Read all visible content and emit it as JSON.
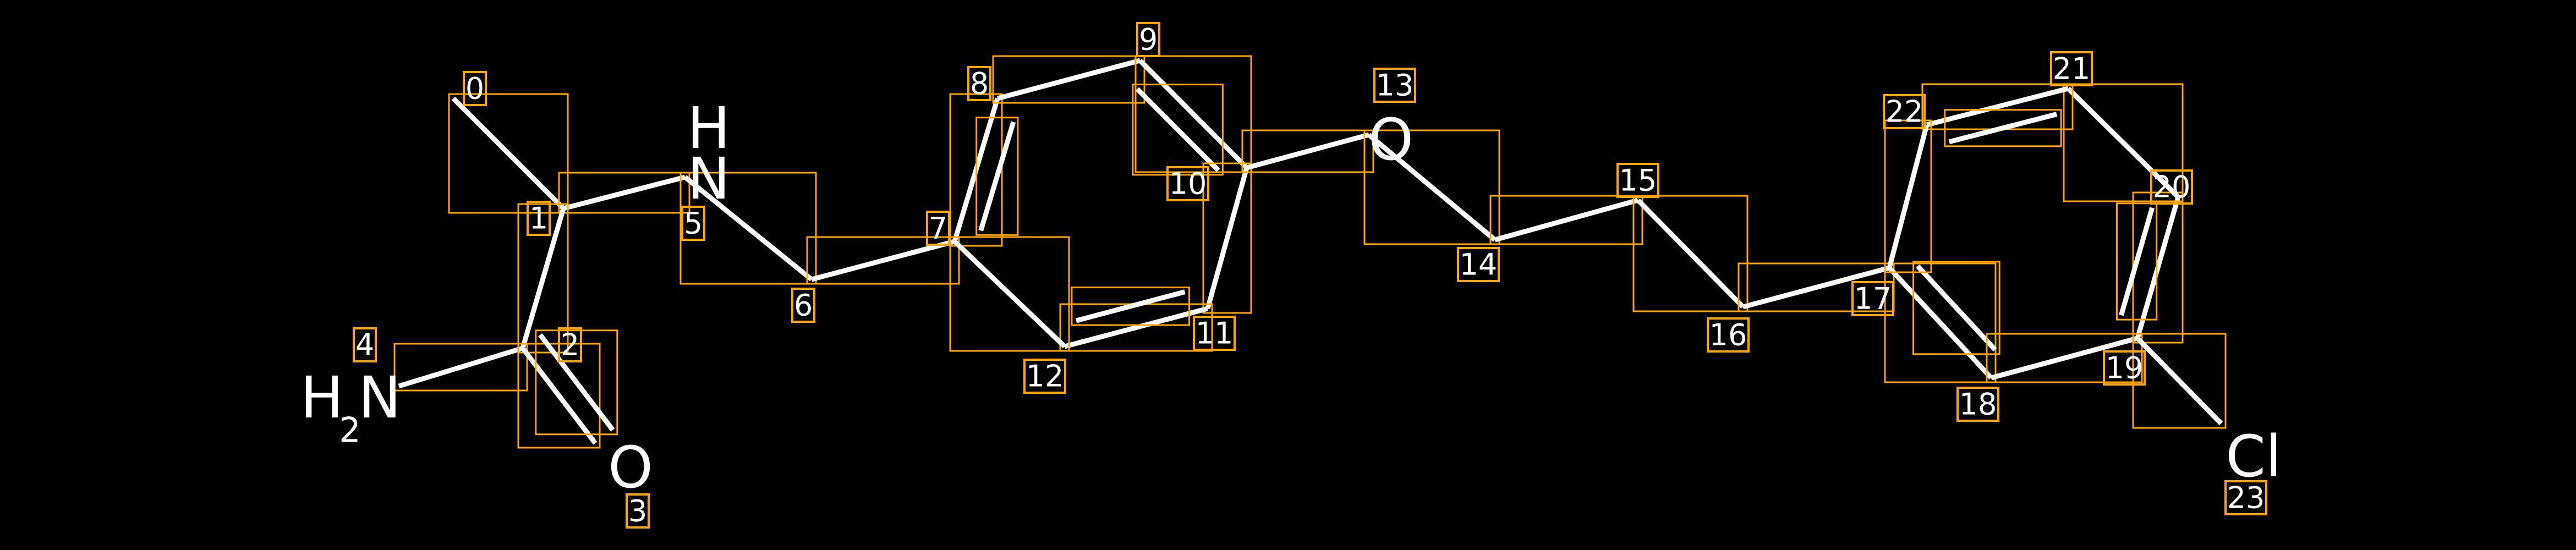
{
  "diagram": {
    "type": "molecule",
    "colors": {
      "background": "#000000",
      "bond": "#FFFFFF",
      "box": "#FFA500"
    },
    "atom_indices": [
      "0",
      "1",
      "2",
      "3",
      "4",
      "5",
      "6",
      "7",
      "8",
      "9",
      "10",
      "11",
      "12",
      "13",
      "14",
      "15",
      "16",
      "17",
      "18",
      "19",
      "20",
      "21",
      "22",
      "23"
    ],
    "atom_labels": {
      "n4_h": "H",
      "n4_n": "N",
      "n4_sub": "2",
      "o3": "O",
      "n5_h": "H",
      "n5_n": "N",
      "o13": "O",
      "cl23": "Cl"
    },
    "bonds": [
      {
        "a": 0,
        "b": 1,
        "order": 1
      },
      {
        "a": 1,
        "b": 5,
        "order": 1
      },
      {
        "a": 1,
        "b": 2,
        "order": 1
      },
      {
        "a": 2,
        "b": 4,
        "order": 1
      },
      {
        "a": 2,
        "b": 3,
        "order": 2
      },
      {
        "a": 5,
        "b": 6,
        "order": 1
      },
      {
        "a": 6,
        "b": 7,
        "order": 1
      },
      {
        "a": 7,
        "b": 8,
        "order": 2
      },
      {
        "a": 8,
        "b": 9,
        "order": 1
      },
      {
        "a": 9,
        "b": 10,
        "order": 2
      },
      {
        "a": 10,
        "b": 11,
        "order": 1
      },
      {
        "a": 11,
        "b": 12,
        "order": 2
      },
      {
        "a": 12,
        "b": 7,
        "order": 1
      },
      {
        "a": 10,
        "b": 13,
        "order": 1
      },
      {
        "a": 13,
        "b": 14,
        "order": 1
      },
      {
        "a": 14,
        "b": 15,
        "order": 1
      },
      {
        "a": 15,
        "b": 16,
        "order": 1
      },
      {
        "a": 16,
        "b": 17,
        "order": 1
      },
      {
        "a": 17,
        "b": 18,
        "order": 2
      },
      {
        "a": 18,
        "b": 19,
        "order": 1
      },
      {
        "a": 19,
        "b": 20,
        "order": 2
      },
      {
        "a": 20,
        "b": 21,
        "order": 1
      },
      {
        "a": 21,
        "b": 22,
        "order": 2
      },
      {
        "a": 22,
        "b": 17,
        "order": 1
      },
      {
        "a": 19,
        "b": 23,
        "order": 1
      }
    ]
  }
}
